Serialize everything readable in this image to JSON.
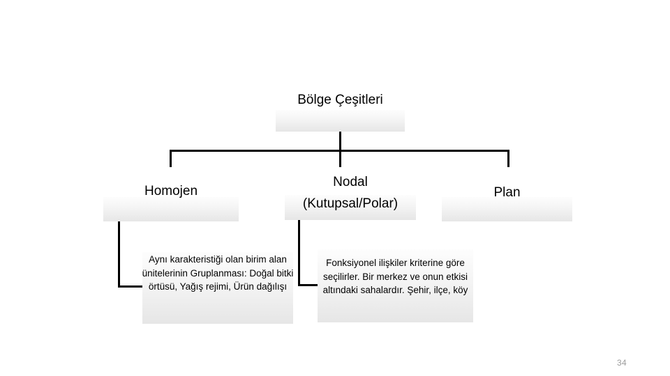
{
  "slide": {
    "page_number": "34",
    "background_color": "#ffffff",
    "line_color": "#000000",
    "box_gradient_top": "#fdfdfd",
    "box_gradient_bottom": "#e6e6e6",
    "text_color": "#000000",
    "page_number_color": "#9b9b9b"
  },
  "diagram": {
    "type": "org-chart",
    "root": {
      "label": "Bölge Çeşitleri"
    },
    "branches": [
      {
        "label": "Homojen",
        "detail": "Aynı karakteristiği olan birim alan ünitelerinin Gruplanması: Doğal bitki örtüsü, Yağış rejimi, Ürün dağılışı"
      },
      {
        "label": "Nodal\n(Kutupsal/Polar)",
        "detail": "Fonksiyonel ilişkiler kriterine göre seçilirler. Bir merkez ve onun etkisi altındaki sahalardır. Şehir, ilçe, köy"
      },
      {
        "label": "Plan",
        "detail": ""
      }
    ]
  }
}
